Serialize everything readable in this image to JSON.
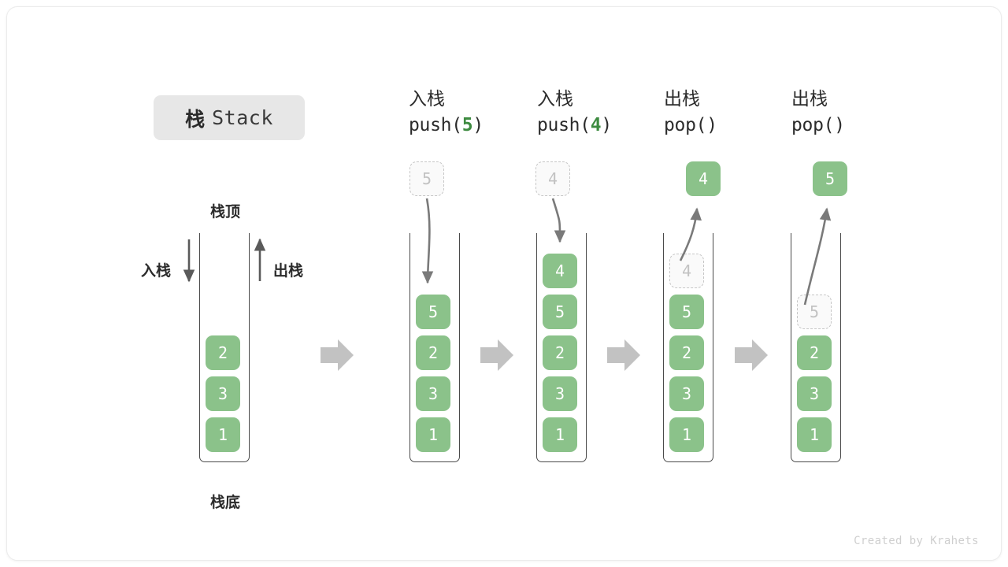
{
  "title": {
    "cn": "栈",
    "en": "Stack"
  },
  "labels": {
    "top": "栈顶",
    "bottom": "栈底",
    "push": "入栈",
    "pop": "出栈"
  },
  "footer": "Created by Krahets",
  "colors": {
    "box_fill": "#8bc28a",
    "box_text": "#ffffff",
    "ghost_border": "#c6c6c6",
    "ghost_text": "#c2c2c2",
    "accent_green": "#3d8b40",
    "tube_stroke": "#4a4a4a",
    "arrow_gray": "#7a7a7a",
    "step_arrow": "#c2c2c2",
    "badge_bg": "#e7e7e7"
  },
  "columns": [
    {
      "id": "initial",
      "head_line1": "",
      "head_line2": "",
      "head_arg": "",
      "stack": [
        "2",
        "3",
        "1"
      ],
      "floating": null,
      "ghost_in_stack": null,
      "show_inout_arrows": true
    },
    {
      "id": "push-5",
      "head_line1": "入栈",
      "head_line2_prefix": "push(",
      "head_arg": "5",
      "head_line2_suffix": ")",
      "stack": [
        "5",
        "2",
        "3",
        "1"
      ],
      "floating": {
        "value": "5",
        "style": "ghost"
      },
      "ghost_in_stack": null,
      "arrow_dir": "down",
      "show_inout_arrows": false
    },
    {
      "id": "push-4",
      "head_line1": "入栈",
      "head_line2_prefix": "push(",
      "head_arg": "4",
      "head_line2_suffix": ")",
      "stack": [
        "4",
        "5",
        "2",
        "3",
        "1"
      ],
      "floating": {
        "value": "4",
        "style": "ghost"
      },
      "ghost_in_stack": null,
      "arrow_dir": "down",
      "show_inout_arrows": false
    },
    {
      "id": "pop-4",
      "head_line1": "出栈",
      "head_line2_prefix": "pop(",
      "head_arg": "",
      "head_line2_suffix": ")",
      "stack": [
        "5",
        "2",
        "3",
        "1"
      ],
      "floating": {
        "value": "4",
        "style": "solid"
      },
      "ghost_in_stack": {
        "value": "4"
      },
      "arrow_dir": "up",
      "show_inout_arrows": false
    },
    {
      "id": "pop-5",
      "head_line1": "出栈",
      "head_line2_prefix": "pop(",
      "head_arg": "",
      "head_line2_suffix": ")",
      "stack": [
        "2",
        "3",
        "1"
      ],
      "floating": {
        "value": "5",
        "style": "solid"
      },
      "ghost_in_stack": {
        "value": "5"
      },
      "arrow_dir": "up",
      "show_inout_arrows": false
    }
  ]
}
